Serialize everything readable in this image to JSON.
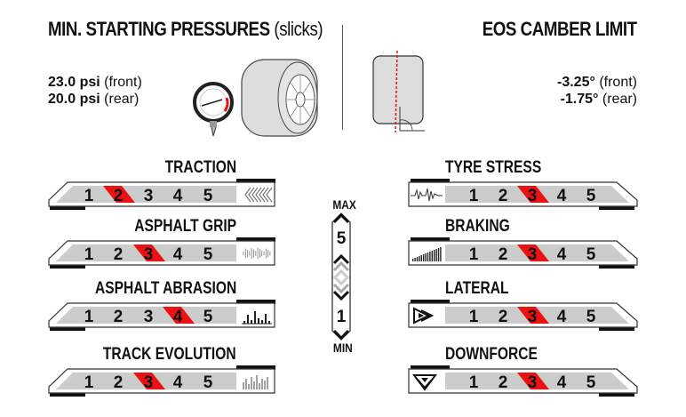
{
  "pressures": {
    "title": "MIN. STARTING PRESSURES",
    "title_suffix": "(slicks)",
    "front_value": "23.0 psi",
    "front_label": "(front)",
    "rear_value": "20.0 psi",
    "rear_label": "(rear)"
  },
  "camber": {
    "title": "EOS CAMBER LIMIT",
    "front_value": "-3.25°",
    "front_label": "(front)",
    "rear_value": "-1.75°",
    "rear_label": "(rear)"
  },
  "scale": {
    "max_label": "MAX",
    "min_label": "MIN",
    "top": "5",
    "bottom": "1"
  },
  "levels": [
    "1",
    "2",
    "3",
    "4",
    "5"
  ],
  "accent": "#ee1111",
  "left_ratings": [
    {
      "label": "TRACTION",
      "value": 2,
      "icon": "chevrons-icon"
    },
    {
      "label": "ASPHALT GRIP",
      "value": 3,
      "icon": "grip-lines-icon"
    },
    {
      "label": "ASPHALT ABRASION",
      "value": 4,
      "icon": "abrasion-bars-icon"
    },
    {
      "label": "TRACK EVOLUTION",
      "value": 3,
      "icon": "evolution-bars-icon"
    }
  ],
  "right_ratings": [
    {
      "label": "TYRE STRESS",
      "value": 3,
      "icon": "waveform-icon"
    },
    {
      "label": "BRAKING",
      "value": 3,
      "icon": "rising-bars-icon"
    },
    {
      "label": "LATERAL",
      "value": 3,
      "icon": "lateral-arrows-icon"
    },
    {
      "label": "DOWNFORCE",
      "value": 3,
      "icon": "downforce-arrows-icon"
    }
  ]
}
